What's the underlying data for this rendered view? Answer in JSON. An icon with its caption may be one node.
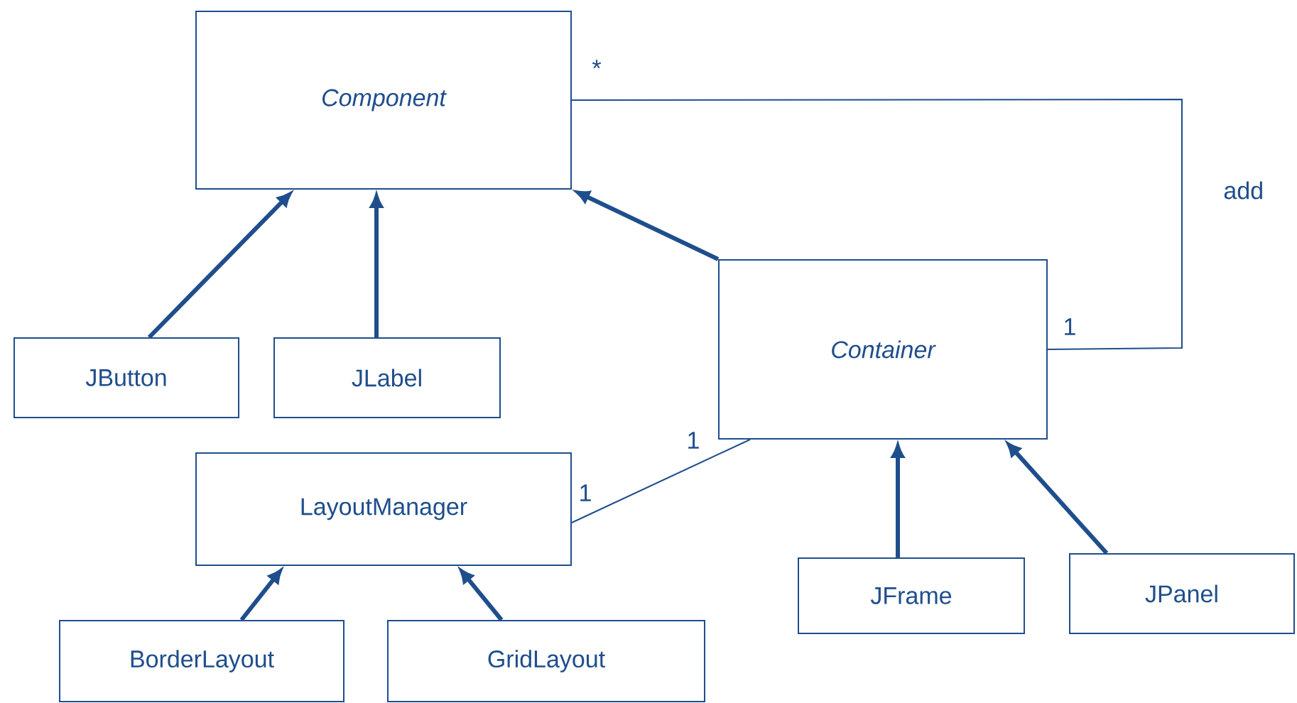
{
  "diagram": {
    "nodes": [
      {
        "text": [
          "Component"
        ]
      },
      {
        "text": [
          "JButton"
        ]
      },
      {
        "text": [
          "JLabel"
        ]
      },
      {
        "text": [
          "Container"
        ]
      },
      {
        "text": [
          "LayoutManager"
        ]
      },
      {
        "text": [
          "JFrame"
        ]
      },
      {
        "text": [
          "JPanel"
        ]
      },
      {
        "text": [
          "BorderLayout"
        ]
      },
      {
        "text": [
          "GridLayout"
        ]
      }
    ],
    "edges": [
      {
        "from": 1,
        "to": 0,
        "arrow": "to"
      },
      {
        "from": 2,
        "to": 0,
        "arrow": "to"
      },
      {
        "from": 0,
        "to": 3,
        "arrow": "none",
        "label": "add"
      },
      {
        "from": 3,
        "to": 0,
        "arrow": "to"
      },
      {
        "from": 4,
        "to": 3,
        "arrow": "none"
      },
      {
        "from": 5,
        "to": 3,
        "arrow": "to"
      },
      {
        "from": 6,
        "to": 3,
        "arrow": "to"
      },
      {
        "from": 7,
        "to": 4,
        "arrow": "to"
      },
      {
        "from": 8,
        "to": 4,
        "arrow": "to"
      }
    ],
    "labels": [
      "*",
      "1",
      "1",
      "1"
    ]
  }
}
